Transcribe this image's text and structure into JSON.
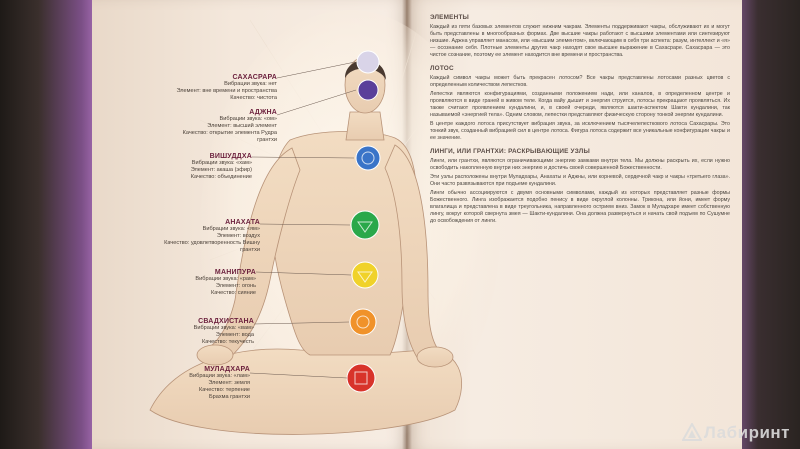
{
  "chakras": [
    {
      "name": "САХАСРАРА",
      "lines": [
        "Вибрации звука: нет",
        "Элемент: вне времени и пространства",
        "Качество: чистота"
      ],
      "color": "#d9d4e8"
    },
    {
      "name": "АДЖНА",
      "lines": [
        "Вибрации звука: «ом»",
        "Элемент: высший элемент",
        "Качество: открытие элемента Рудра",
        "грантхи"
      ],
      "color": "#5a3f9a"
    },
    {
      "name": "ВИШУДДХА",
      "lines": [
        "Вибрации звука: «хам»",
        "Элемент: акаша (эфир)",
        "Качество: объединение"
      ],
      "color": "#3a74c8"
    },
    {
      "name": "АНАХАТА",
      "lines": [
        "Вибрации звука: «ям»",
        "Элемент: воздух",
        "Качество: удовлетворенность Вишну",
        "грантхи"
      ],
      "color": "#2aa84a"
    },
    {
      "name": "МАНИПУРА",
      "lines": [
        "Вибрации звука: «рам»",
        "Элемент: огонь",
        "Качество: сияние"
      ],
      "color": "#f0d22a"
    },
    {
      "name": "СВАДХИСТАНА",
      "lines": [
        "Вибрации звука: «вам»",
        "Элемент: вода",
        "Качество: текучесть"
      ],
      "color": "#f0922a"
    },
    {
      "name": "МУЛАДХАРА",
      "lines": [
        "Вибрации звука: «лам»",
        "Элемент: земля",
        "Качество: терпение",
        "Брахма грантхи"
      ],
      "color": "#d8332a"
    }
  ],
  "right_page": {
    "sections": [
      {
        "heading": "ЭЛЕМЕНТЫ",
        "paragraphs": [
          "Каждый из пяти базовых элементов служит нижним чакрам. Элементы поддерживают чакры, обслуживают их и могут быть представлены в многообразных формах. Две высшие чакры работают с высшими элементами или синтезируют низшие. Аджна управляет манасом, или «высшим элементом», включающим в себя три аспекта: разум, интеллект и «я» — осознание себя. Плотные элементы других чакр находят свое высшее выражение в Сахасраре. Сахасрара — это чистое сознание, поэтому ее элемент находится вне времени и пространства."
        ]
      },
      {
        "heading": "ЛОТОС",
        "paragraphs": [
          "Каждый символ чакры может быть прекрасен лотосом? Все чакры представлены лотосами разных цветов с определенным количеством лепестков.",
          "Лепестки являются конфигурациями, созданными положением нади, или каналов, в определенном центре и проявляются в виде граней в живом теле. Когда вайу дышит и энергия струится, лотосы прекращают проявляться. Их также считают проявлением кундалини, и, в своей очереди, являются шакти-аспектом Шакти кундалини, так называемой «энергией тела». Одним словом, лепестки представляют физическую сторону тонкой энергии кундалини.",
          "В центре каждого лотоса присутствует вибрация звука, за исключением тысячелепесткового лотоса Сахасрары. Это тонкий звук, созданный вибрацией сил в центре лотоса. Фигура лотоса содержит все уникальные конфигурации чакры и ее значение."
        ]
      },
      {
        "heading": "ЛИНГИ, ИЛИ ГРАНТХИ: РАСКРЫВАЮЩИЕ УЗЛЫ",
        "paragraphs": [
          "Линги, или грантхи, являются ограничивающими энергию замками внутри тела. Мы должны раскрыть их, если нужно освободить накопленную внутри них энергию и достичь своей совершенной Божественности.",
          "Эти узлы расположены внутри Муладхары, Анахаты и Аджны, или корневой, сердечной чакр и чакры «третьего глаза». Они часто развязываются при подъеме кундалини.",
          "Линги обычно ассоциируются с двумя основными символами, каждый из которых представляет разные формы Божественного. Линга изображается подобно пенису в виде округлой колонны. Трикона, или йони, имеет форму влагалища и представлена в виде треугольника, направленного острием вниз. Замок в Муладхаре имеет собственную лингу, вокруг которой свернута змея — Шакти-кундалини. Она должна развернуться и начать свой подъем по Сушумне до освобождения от линги."
        ]
      }
    ]
  },
  "watermark": "Лабиринт"
}
